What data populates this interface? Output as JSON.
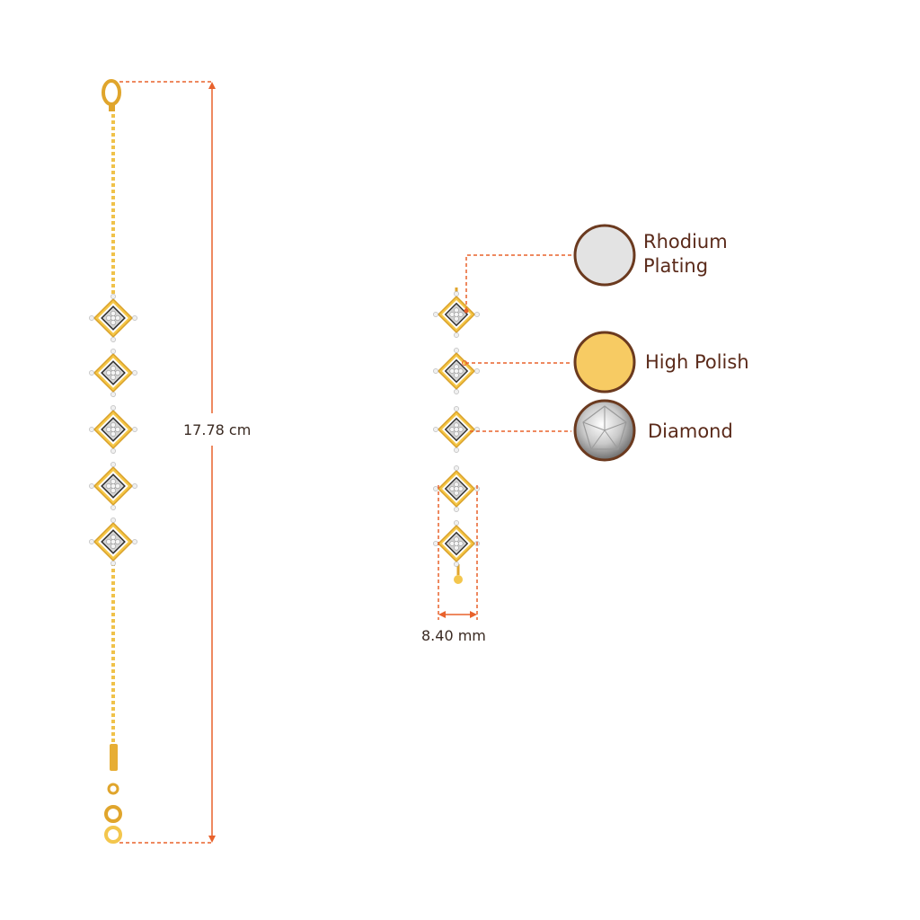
{
  "measurements": {
    "length": "17.78 cm",
    "width": "8.40 mm"
  },
  "legend": [
    {
      "label": "Rhodium\nPlating",
      "swatch": "rhodium",
      "color": "#e3e3e3"
    },
    {
      "label": "High Polish",
      "swatch": "gold",
      "color": "#f7cb63"
    },
    {
      "label": "Diamond",
      "swatch": "diamond",
      "color": "#cfcfcf"
    }
  ],
  "colors": {
    "gold": "#f5c646",
    "gold_dark": "#d9a12a",
    "rhodium": "#eaeaea",
    "dimension_line": "#e8622c",
    "ring_border": "#6b3a1f",
    "text": "#5a2a1a"
  }
}
